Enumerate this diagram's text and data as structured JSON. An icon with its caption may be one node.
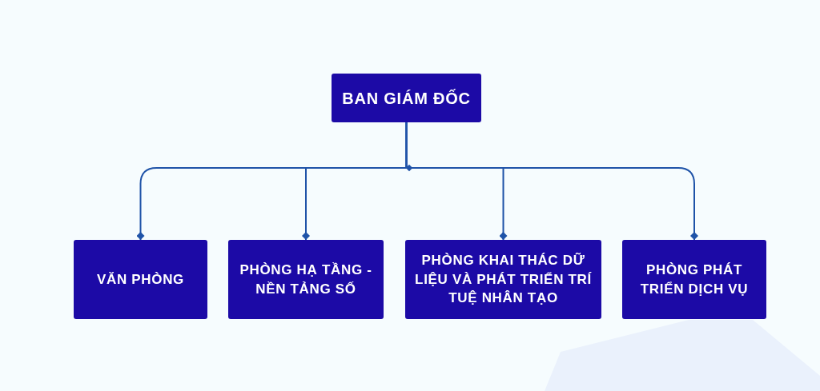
{
  "diagram": {
    "nodes": [
      {
        "text": [
          "BAN GIÁM ĐỐC"
        ]
      },
      {
        "text": [
          "VĂN PHÒNG"
        ]
      },
      {
        "text": [
          "PHÒNG HẠ TẦNG - NỀN TẢNG SỐ"
        ]
      },
      {
        "text": [
          "PHÒNG KHAI THÁC DỮ LIỆU VÀ PHÁT TRIỂN TRÍ TUỆ NHÂN TẠO"
        ]
      },
      {
        "text": [
          "PHÒNG PHÁT TRIỂN DỊCH VỤ"
        ]
      }
    ],
    "edges": [
      {
        "from": 0,
        "to": 1,
        "arrow": "other"
      },
      {
        "from": 0,
        "to": 2,
        "arrow": "other"
      },
      {
        "from": 0,
        "to": 3,
        "arrow": "other"
      },
      {
        "from": 0,
        "to": 4,
        "arrow": "other"
      }
    ]
  }
}
